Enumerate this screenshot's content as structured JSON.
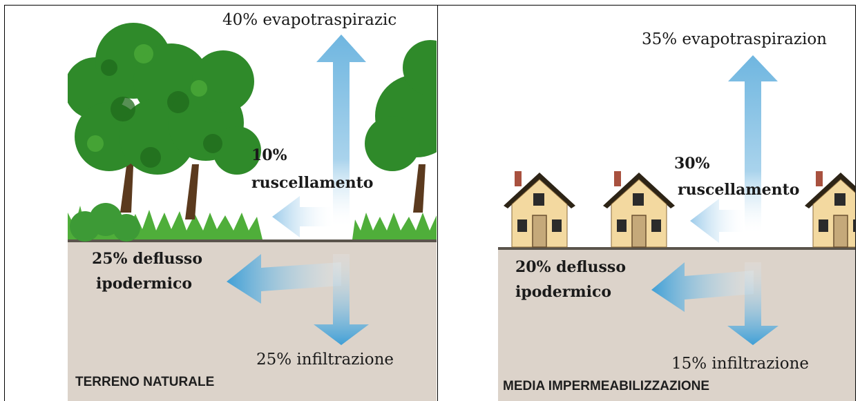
{
  "panels": [
    {
      "caption": "TERRENO NATURALE",
      "evapotranspiration": "40% evapotraspirazic",
      "runoff_pct": "10%",
      "runoff_label": "ruscellamento",
      "subsurface_pct_label": "25% deflusso",
      "subsurface_label2": "ipodermico",
      "infiltration": "25% infiltrazione"
    },
    {
      "caption": "MEDIA IMPERMEABILIZZAZIONE",
      "evapotranspiration": "35% evapotraspirazion",
      "runoff_pct": "30%",
      "runoff_label": "ruscellamento",
      "subsurface_pct_label": "20% deflusso",
      "subsurface_label2": "ipodermico",
      "infiltration": "15% infiltrazione"
    }
  ],
  "colors": {
    "soil": "#dcd3ca",
    "ground_line": "#5a544c",
    "arrow_blue": "#3f9fd6",
    "tree_green": "#2f8a2a",
    "house_wall": "#f3d9a0"
  }
}
